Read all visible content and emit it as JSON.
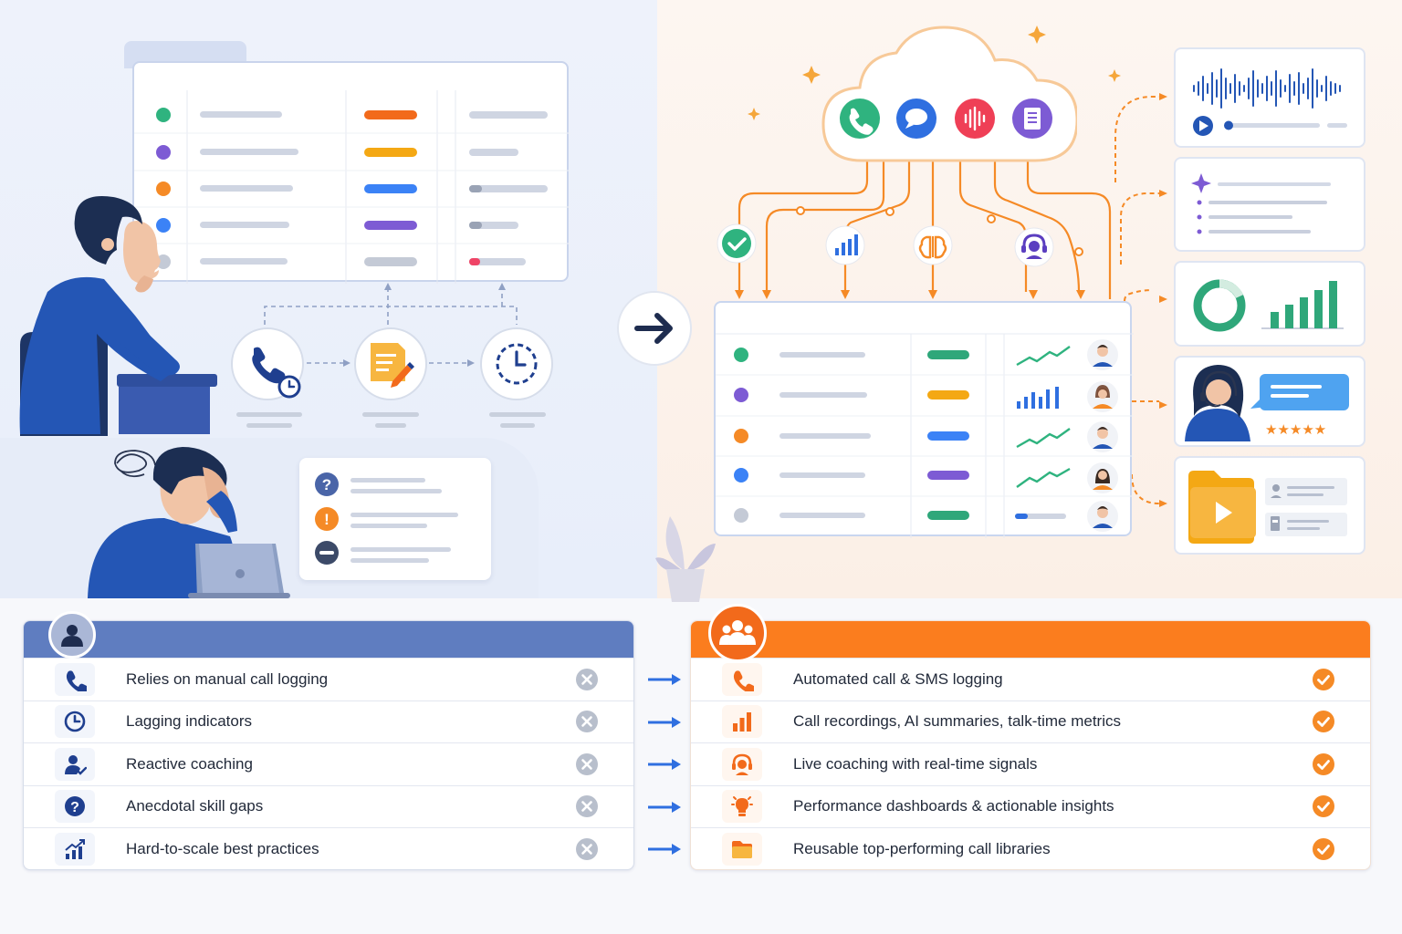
{
  "before_items": [
    {
      "icon": "phone-icon",
      "label": "Relies on manual call logging"
    },
    {
      "icon": "clock-icon",
      "label": "Lagging indicators"
    },
    {
      "icon": "user-check-icon",
      "label": "Reactive coaching"
    },
    {
      "icon": "question-icon",
      "label": "Anecdotal skill gaps"
    },
    {
      "icon": "chart-up-icon",
      "label": "Hard-to-scale best practices"
    }
  ],
  "after_items": [
    {
      "icon": "phone-icon",
      "label": "Automated call & SMS logging"
    },
    {
      "icon": "bar-chart-icon",
      "label": "Call recordings, AI summaries, talk-time metrics"
    },
    {
      "icon": "headset-icon",
      "label": "Live coaching with real-time signals"
    },
    {
      "icon": "lightbulb-icon",
      "label": "Performance dashboards & actionable insights"
    },
    {
      "icon": "folder-icon",
      "label": "Reusable top-performing call libraries"
    }
  ],
  "colors": {
    "before_accent": "#5f7dc0",
    "after_accent": "#fb7d1e",
    "dot_green": "#2fb37f",
    "dot_purple": "#7d5bd4",
    "dot_orange": "#f58a26",
    "dot_blue": "#3b82f6",
    "dot_gray": "#c4cad6"
  }
}
